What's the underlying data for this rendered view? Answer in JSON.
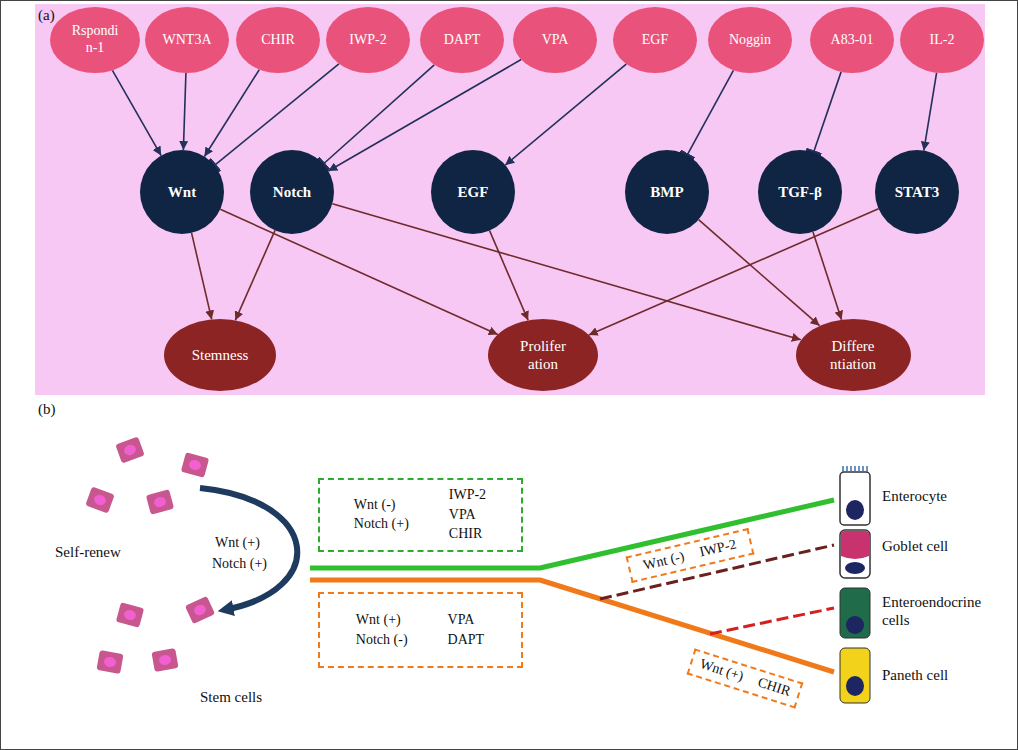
{
  "diagram": {
    "nodes": [
      {
        "text": [
          "Rspondi n-1"
        ]
      },
      {
        "text": [
          "WNT3A"
        ]
      },
      {
        "text": [
          "CHIR"
        ]
      },
      {
        "text": [
          "IWP-2"
        ]
      },
      {
        "text": [
          "DAPT"
        ]
      },
      {
        "text": [
          "VPA"
        ]
      },
      {
        "text": [
          "EGF"
        ]
      },
      {
        "text": [
          "Noggin"
        ]
      },
      {
        "text": [
          "A83-01"
        ]
      },
      {
        "text": [
          "IL-2"
        ]
      },
      {
        "text": [
          "Wnt"
        ]
      },
      {
        "text": [
          "Notch"
        ]
      },
      {
        "text": [
          "EGF"
        ]
      },
      {
        "text": [
          "BMP"
        ]
      },
      {
        "text": [
          "TGF-β"
        ]
      },
      {
        "text": [
          "STAT3"
        ]
      },
      {
        "text": [
          "Stemness"
        ]
      },
      {
        "text": [
          "Prolifer ation"
        ]
      },
      {
        "text": [
          "Differe ntiation"
        ]
      },
      {
        "text": [
          "Wnt (-)",
          "Notch (+)",
          "IWP-2",
          "VPA",
          "CHIR"
        ]
      },
      {
        "text": [
          "Wnt (+)",
          "Notch (-)",
          "VPA",
          "DAPT"
        ]
      },
      {
        "text": [
          "Wnt (-)",
          "IWP-2"
        ]
      },
      {
        "text": [
          "Wnt (+)",
          "CHIR"
        ]
      }
    ],
    "edges": [
      {
        "from": 0,
        "to": 10,
        "arrow": "to"
      },
      {
        "from": 1,
        "to": 10,
        "arrow": "to"
      },
      {
        "from": 2,
        "to": 10,
        "arrow": "to"
      },
      {
        "from": 3,
        "to": 10,
        "arrow": "to"
      },
      {
        "from": 4,
        "to": 11,
        "arrow": "to"
      },
      {
        "from": 5,
        "to": 11,
        "arrow": "to"
      },
      {
        "from": 6,
        "to": 12,
        "arrow": "to"
      },
      {
        "from": 7,
        "to": 13,
        "arrow": "to"
      },
      {
        "from": 8,
        "to": 14,
        "arrow": "to"
      },
      {
        "from": 9,
        "to": 15,
        "arrow": "to"
      },
      {
        "from": 10,
        "to": 16,
        "arrow": "to"
      },
      {
        "from": 10,
        "to": 17,
        "arrow": "to"
      },
      {
        "from": 11,
        "to": 16,
        "arrow": "to"
      },
      {
        "from": 11,
        "to": 18,
        "arrow": "to"
      },
      {
        "from": 12,
        "to": 17,
        "arrow": "to"
      },
      {
        "from": 13,
        "to": 18,
        "arrow": "to"
      },
      {
        "from": 14,
        "to": 18,
        "arrow": "to"
      },
      {
        "from": 15,
        "to": 17,
        "arrow": "to"
      }
    ],
    "labels": [
      "(a)",
      "(b)",
      "Self-renew",
      "Wnt (+)",
      "Notch (+)",
      "Stem cells",
      "Enterocyte",
      "Goblet cell",
      "Enteroendocrine cells",
      "Paneth cell"
    ]
  }
}
